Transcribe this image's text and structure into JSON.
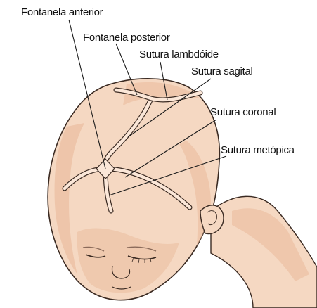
{
  "labels": {
    "fontanela_anterior": "Fontanela anterior",
    "fontanela_posterior": "Fontanela posterior",
    "sutura_lambdoide": "Sutura lambdóide",
    "sutura_sagital": "Sutura sagital",
    "sutura_coronal": "Sutura coronal",
    "sutura_metopica": "Sutura metópica"
  },
  "colors": {
    "skin": "#f5d8c2",
    "skin_shade": "#e9b99a",
    "suture_fill": "#fbe7d8",
    "outline": "#3a2a22",
    "leader_line": "#1a1a1a",
    "label_text": "#111111"
  }
}
